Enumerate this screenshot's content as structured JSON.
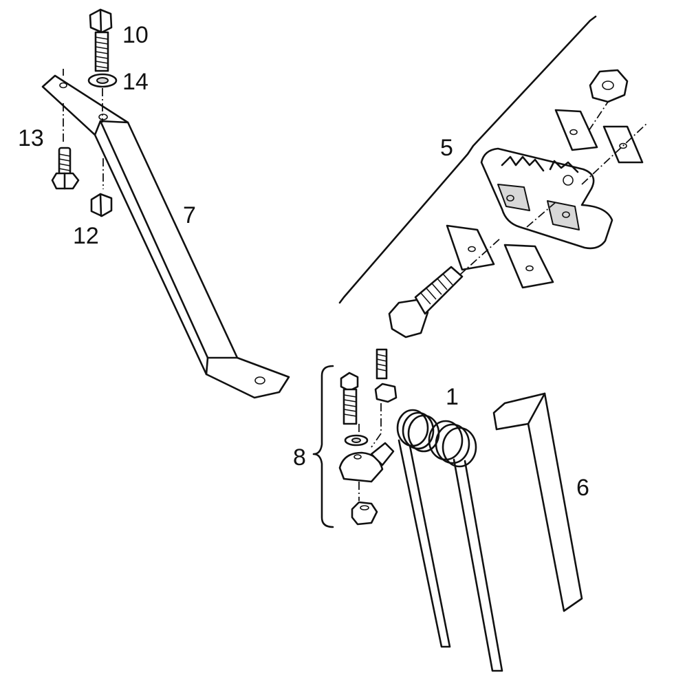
{
  "callouts": {
    "spring_tine": "1",
    "tine_holder_assembly": "5",
    "tine_guard": "6",
    "support_bracket": "7",
    "clamp_assembly": "8",
    "top_bolt": "10",
    "lower_nut": "12",
    "flange_bolt": "13",
    "washer": "14"
  },
  "icons": {
    "bolt": "bolt-icon",
    "nut": "nut-icon",
    "washer": "washer-icon",
    "spring": "spring-icon"
  }
}
